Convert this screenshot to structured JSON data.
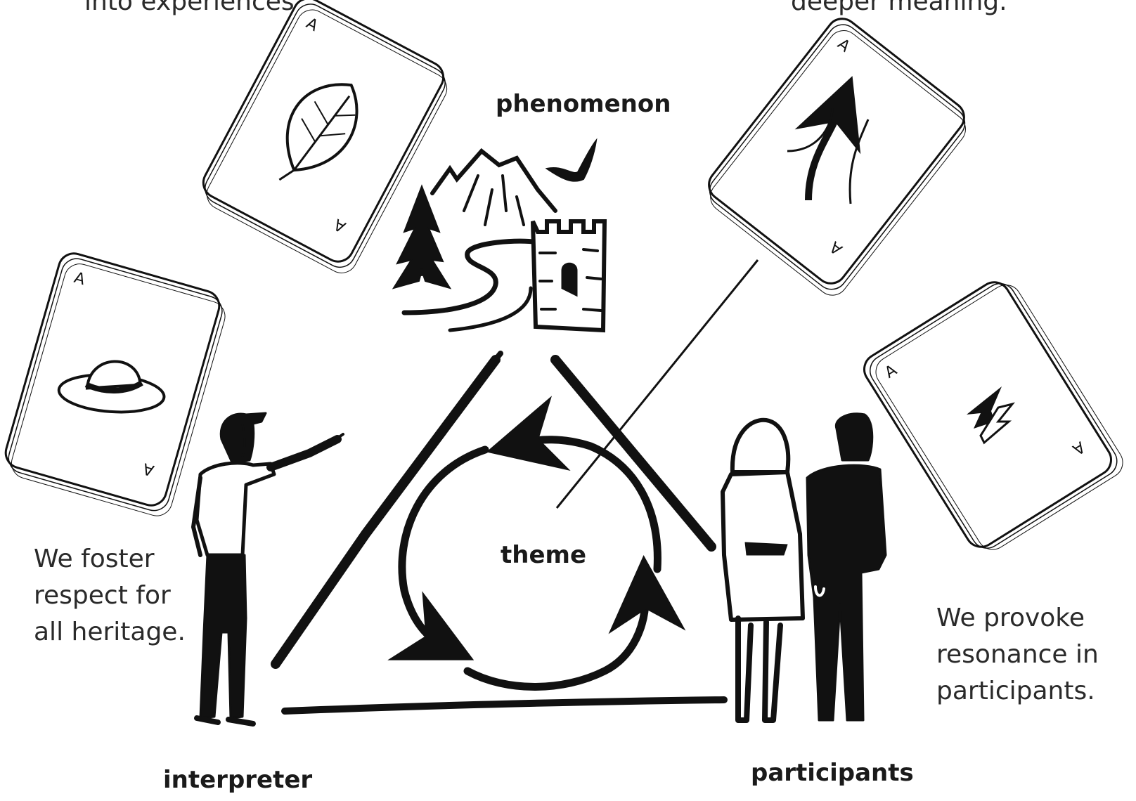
{
  "top_left_caption_partial": "into experiences.",
  "top_right_caption_partial": "deeper meaning.",
  "labels": {
    "phenomenon": "phenomenon",
    "theme": "theme",
    "interpreter": "interpreter",
    "participants": "participants"
  },
  "captions": {
    "left": [
      "We foster",
      "respect for",
      "all heritage."
    ],
    "right": [
      "We provoke",
      "resonance in",
      "participants."
    ]
  },
  "cards": {
    "corner_letter": "A",
    "icons": [
      "leaf-icon",
      "ranger-hat-icon",
      "rising-arrows-icon",
      "exchange-arrows-icon"
    ]
  },
  "colors": {
    "ink": "#111111",
    "background": "#ffffff",
    "text": "#2a2a2a"
  }
}
